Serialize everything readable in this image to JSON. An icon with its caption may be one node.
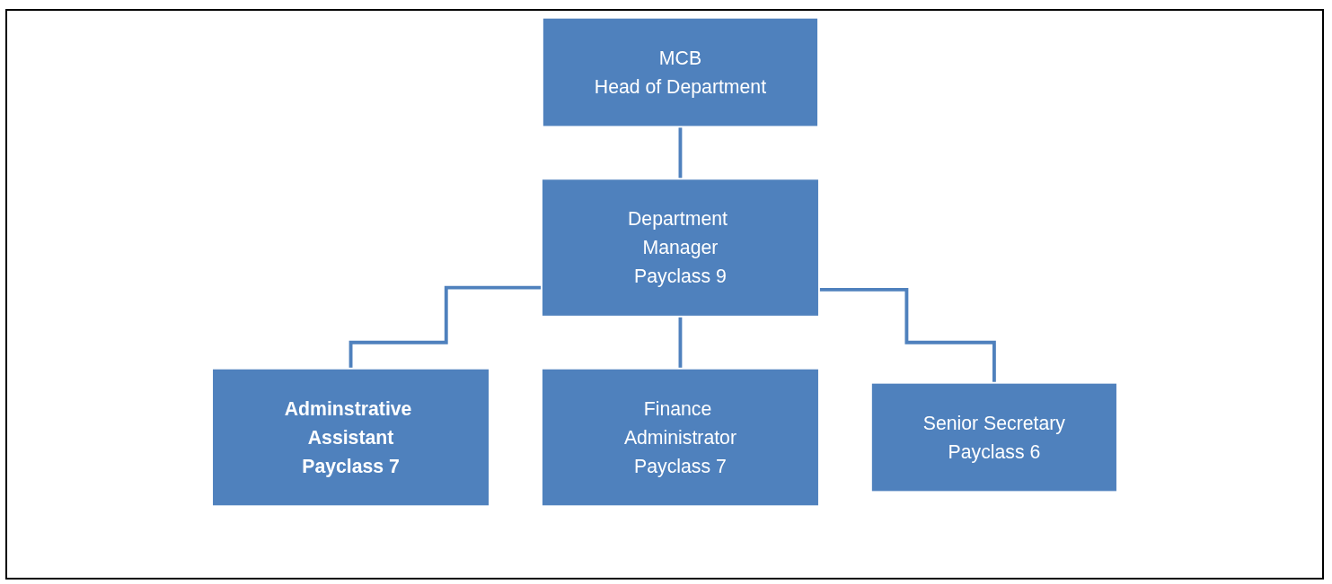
{
  "diagram": {
    "nodes": [
      {
        "text": [
          "MCB",
          "Head of Department"
        ]
      },
      {
        "text": [
          "Department Manager",
          "Payclass 9"
        ]
      },
      {
        "text": [
          "Adminstrative Assistant",
          "Payclass 7"
        ]
      },
      {
        "text": [
          "Finance Administrator",
          "Payclass 7"
        ]
      },
      {
        "text": [
          "Senior Secretary",
          "Payclass 6"
        ]
      }
    ],
    "edges": [
      {
        "from": 0,
        "to": 1,
        "arrow": "none"
      },
      {
        "from": 1,
        "to": 2,
        "arrow": "none"
      },
      {
        "from": 1,
        "to": 3,
        "arrow": "none"
      },
      {
        "from": 1,
        "to": 4,
        "arrow": "none"
      }
    ]
  }
}
